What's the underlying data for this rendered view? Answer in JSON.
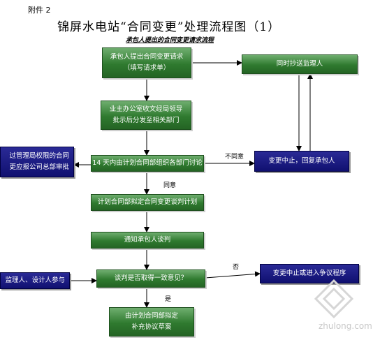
{
  "header": {
    "attachment": "附件 2",
    "title": "锦屏水电站“合同变更”处理流程图（1）",
    "subtitle": "承包人提出的合同变更请求流程"
  },
  "boxes": {
    "submit_request": {
      "line1": "承包人提出合同变更请求",
      "line2": "（填写请求单）"
    },
    "copy_supervisor": {
      "line1": "同时抄送监理人"
    },
    "review_forward": {
      "line1": "业主办公室收文经局领导",
      "line2": "批示后分发至相关部门"
    },
    "organize_discussion": {
      "line1": "14 天内由计划合同部组织各部门讨论"
    },
    "stop_reply": {
      "line1": "变更中止，回复承包人"
    },
    "exceed_authority": {
      "line1": "过管理局权限的合同",
      "line2": "更应报公司总部审批"
    },
    "draft_plan": {
      "line1": "计划合同部拟定合同变更谈判计划"
    },
    "notify_contractor": {
      "line1": "通知承包人谈判"
    },
    "reach_agreement": {
      "line1": "谈判是否取得一致意见？"
    },
    "supervisor_designer": {
      "line1": "监理人、设计人参与"
    },
    "stop_dispute": {
      "line1": "变更中止或进入争议程序"
    },
    "draft_supplement": {
      "line1": "由计划合同部拟定",
      "line2": "补充协议草案"
    }
  },
  "labels": {
    "disagree": "不同意",
    "agree": "同意",
    "no": "否",
    "yes": "是"
  },
  "watermark": {
    "text": "zhulong.com"
  }
}
